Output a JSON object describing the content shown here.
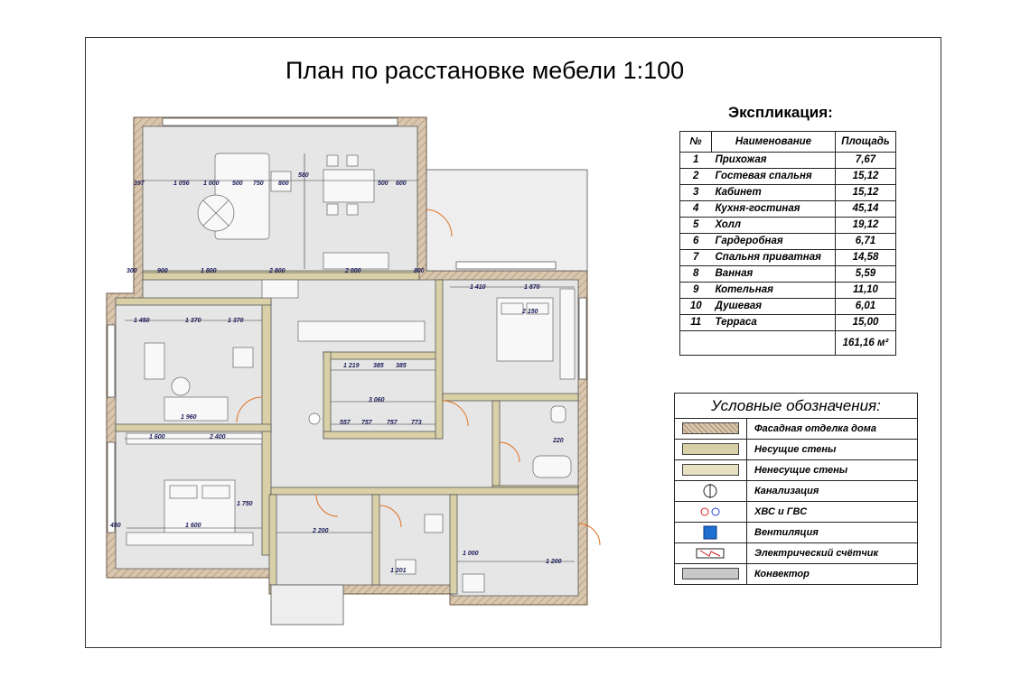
{
  "title": "План по расстановке мебели 1:100",
  "explication": {
    "title": "Экспликация:",
    "headers": [
      "№",
      "Наименование",
      "Площадь"
    ],
    "rows": [
      {
        "num": "1",
        "name": "Прихожая",
        "area": "7,67"
      },
      {
        "num": "2",
        "name": "Гостевая спальня",
        "area": "15,12"
      },
      {
        "num": "3",
        "name": "Кабинет",
        "area": "15,12"
      },
      {
        "num": "4",
        "name": "Кухня-гостиная",
        "area": "45,14"
      },
      {
        "num": "5",
        "name": "Холл",
        "area": "19,12"
      },
      {
        "num": "6",
        "name": "Гардеробная",
        "area": "6,71"
      },
      {
        "num": "7",
        "name": "Спальня приватная",
        "area": "14,58"
      },
      {
        "num": "8",
        "name": "Ванная",
        "area": "5,59"
      },
      {
        "num": "9",
        "name": "Котельная",
        "area": "11,10"
      },
      {
        "num": "10",
        "name": "Душевая",
        "area": "6,01"
      },
      {
        "num": "11",
        "name": "Терраса",
        "area": "15,00"
      }
    ],
    "total": "161,16 м²"
  },
  "legend": {
    "title": "Условные обозначения:",
    "items": [
      {
        "label": "Фасадная отделка дома",
        "icon": "facade-swatch",
        "color": "#c9b49a"
      },
      {
        "label": "Несущие стены",
        "icon": "bearing-wall-swatch",
        "color": "#d9d0a8"
      },
      {
        "label": "Ненесущие стены",
        "icon": "nonbearing-wall-swatch",
        "color": "#e8e1c2"
      },
      {
        "label": "Канализация",
        "icon": "sewer-icon"
      },
      {
        "label": "ХВС и ГВС",
        "icon": "water-supply-icon"
      },
      {
        "label": "Вентиляция",
        "icon": "ventilation-icon",
        "color": "#1e6fd0"
      },
      {
        "label": "Электрический счётчик",
        "icon": "electric-meter-icon"
      },
      {
        "label": "Конвектор",
        "icon": "convector-swatch",
        "color": "#c8c8c8"
      }
    ]
  },
  "plan": {
    "dimensions": [
      "1 056",
      "1 000",
      "500",
      "750",
      "800",
      "580",
      "500",
      "600",
      "397",
      "300",
      "900",
      "1 800",
      "2 800",
      "2 000",
      "800",
      "1 410",
      "1 870",
      "1 450",
      "1 370",
      "1 370",
      "1 960",
      "1 600",
      "2 400",
      "1 219",
      "385",
      "385",
      "3 060",
      "557",
      "757",
      "757",
      "773",
      "2 150",
      "2 200",
      "1 000",
      "1 200",
      "1 600",
      "1 201",
      "450",
      "220",
      "1 750"
    ]
  }
}
